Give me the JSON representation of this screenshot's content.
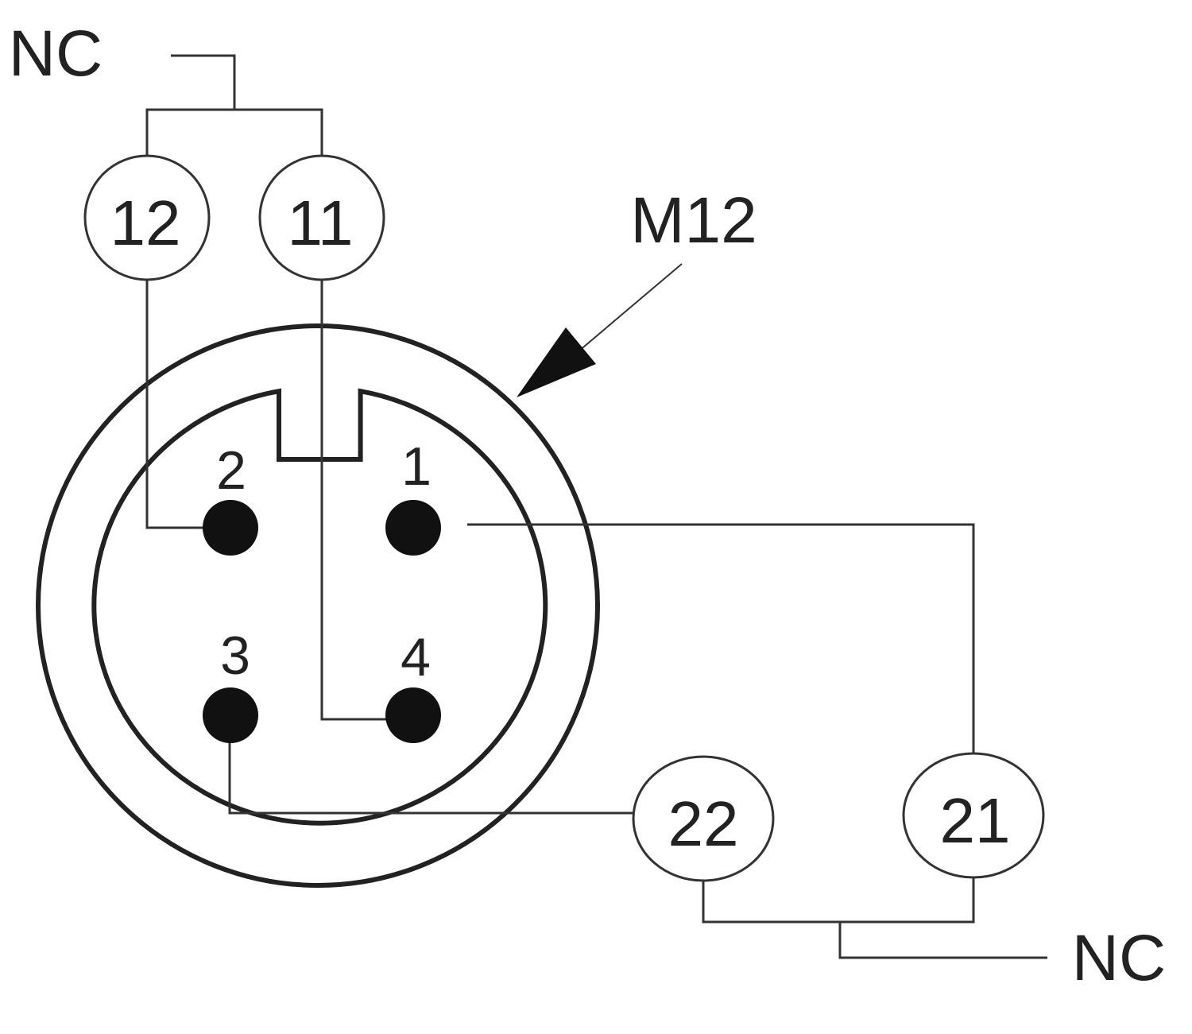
{
  "diagram": {
    "connector_label": "M12",
    "nc_labels": {
      "top": "NC",
      "bottom": "NC"
    },
    "terminals": {
      "t12": "12",
      "t11": "11",
      "t22": "22",
      "t21": "21"
    },
    "pins": {
      "p1": "1",
      "p2": "2",
      "p3": "3",
      "p4": "4"
    },
    "colors": {
      "line": "#333333",
      "pin_fill": "#111111",
      "background": "#ffffff"
    }
  }
}
